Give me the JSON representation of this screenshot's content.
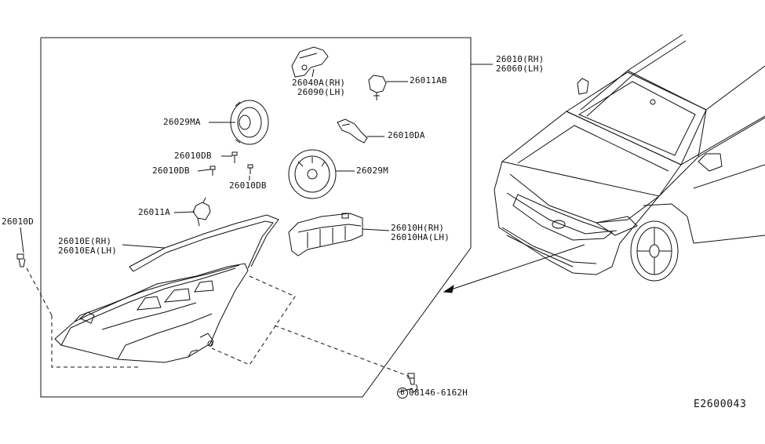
{
  "colors": {
    "ink": "#111111",
    "background": "#ffffff"
  },
  "labels": {
    "assy_rh": "26010(RH)",
    "assy_lh": "26060(LH)",
    "bracket_rh": "26040A(RH)",
    "bracket_lh": "26090(LH)",
    "bulb_26011ab": "26011AB",
    "cap_26029ma": "26029MA",
    "socket_26010da": "26010DA",
    "screw_26010db_a": "26010DB",
    "screw_26010db_b": "26010DB",
    "screw_26010db_c": "26010DB",
    "cap_26029m": "26029M",
    "bulb_26011a": "26011A",
    "trim_rh": "26010E(RH)",
    "trim_lh": "26010EA(LH)",
    "unit_rh": "26010H(RH)",
    "unit_lh": "26010HA(LH)",
    "clip_26010d": "26010D",
    "bolt_symbol": "B",
    "bolt_code": "08146-6162H",
    "diagram_code": "E2600043"
  }
}
